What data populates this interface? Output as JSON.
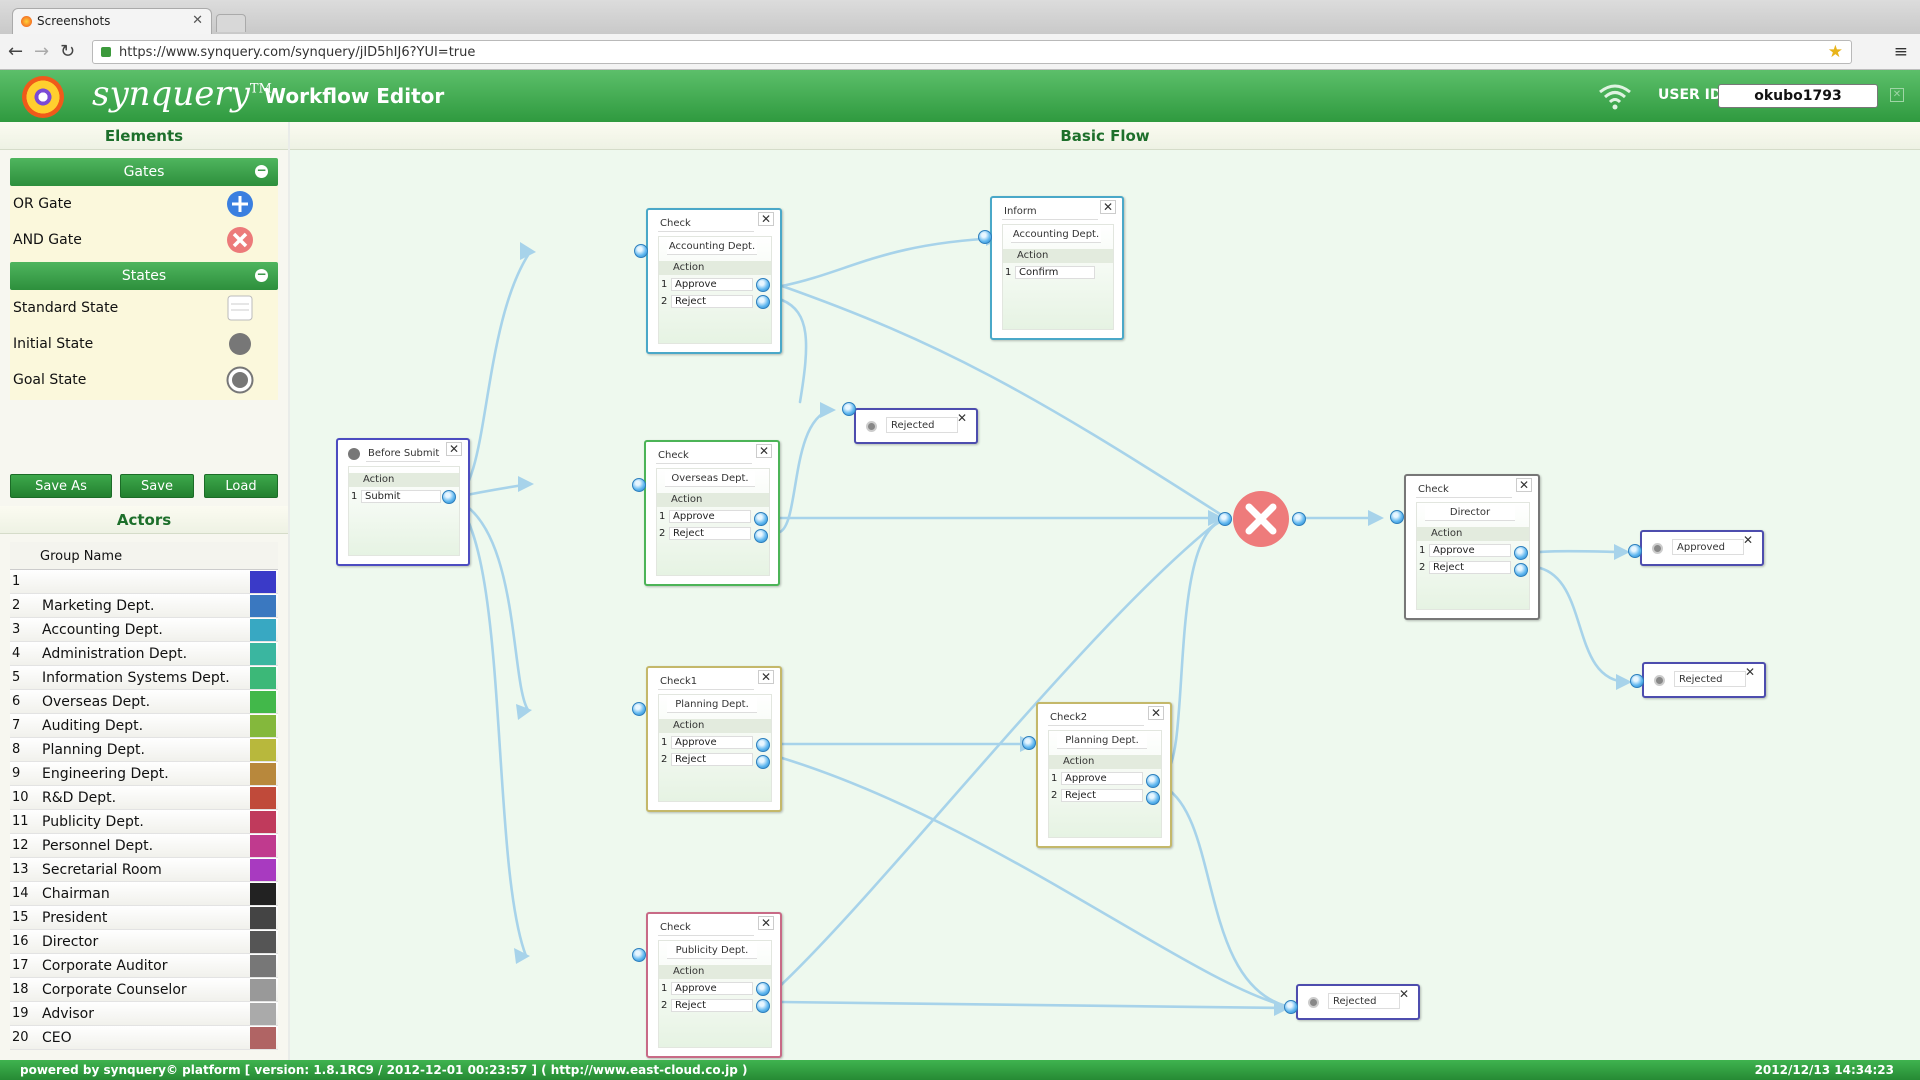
{
  "browser": {
    "tab_title": "Screenshots",
    "url": "https://www.synquery.com/synquery/jID5hIJ6?YUI=true"
  },
  "header": {
    "brand": "synquery",
    "trademark": "TM",
    "app_title": "Workflow Editor",
    "user_id_label": "USER ID",
    "user_id_value": "okubo1793"
  },
  "elements_panel": {
    "title": "Elements",
    "gates": {
      "title": "Gates",
      "items": [
        {
          "label": "OR Gate",
          "icon": "or-gate-icon"
        },
        {
          "label": "AND Gate",
          "icon": "and-gate-icon"
        }
      ]
    },
    "states": {
      "title": "States",
      "items": [
        {
          "label": "Standard State",
          "icon": "standard-state-icon"
        },
        {
          "label": "Initial State",
          "icon": "initial-state-icon"
        },
        {
          "label": "Goal State",
          "icon": "goal-state-icon"
        }
      ]
    },
    "buttons": {
      "save_as": "Save As",
      "save": "Save",
      "load": "Load"
    }
  },
  "actors_panel": {
    "title": "Actors",
    "column_header": "Group Name",
    "rows": [
      {
        "num": "1",
        "name": "",
        "color": "#3a3ac8"
      },
      {
        "num": "2",
        "name": "Marketing Dept.",
        "color": "#3a78c0"
      },
      {
        "num": "3",
        "name": "Accounting Dept.",
        "color": "#38a8c2"
      },
      {
        "num": "4",
        "name": "Administration Dept.",
        "color": "#3ab6a0"
      },
      {
        "num": "5",
        "name": "Information Systems Dept.",
        "color": "#3cb878"
      },
      {
        "num": "6",
        "name": "Overseas Dept.",
        "color": "#42b84a"
      },
      {
        "num": "7",
        "name": "Auditing Dept.",
        "color": "#84b83c"
      },
      {
        "num": "8",
        "name": "Planning Dept.",
        "color": "#b8b83c"
      },
      {
        "num": "9",
        "name": "Engineering Dept.",
        "color": "#b8883c"
      },
      {
        "num": "10",
        "name": "R&D Dept.",
        "color": "#c04a3a"
      },
      {
        "num": "11",
        "name": "Publicity Dept.",
        "color": "#c03a5c"
      },
      {
        "num": "12",
        "name": "Personnel Dept.",
        "color": "#c03a8e"
      },
      {
        "num": "13",
        "name": "Secretarial Room",
        "color": "#a83ac0"
      },
      {
        "num": "14",
        "name": "Chairman",
        "color": "#222222"
      },
      {
        "num": "15",
        "name": "President",
        "color": "#444444"
      },
      {
        "num": "16",
        "name": "Director",
        "color": "#555555"
      },
      {
        "num": "17",
        "name": "Corporate Auditor",
        "color": "#777777"
      },
      {
        "num": "18",
        "name": "Corporate Counselor",
        "color": "#999999"
      },
      {
        "num": "19",
        "name": "Advisor",
        "color": "#aaaaaa"
      },
      {
        "num": "20",
        "name": "CEO",
        "color": "#b06464"
      }
    ]
  },
  "canvas": {
    "title": "Basic Flow",
    "action_header": "Action",
    "nodes": {
      "before_submit": {
        "title": "Before Submit",
        "actions": [
          {
            "n": "1",
            "label": "Submit"
          }
        ]
      },
      "check_accounting": {
        "title": "Check",
        "actor": "Accounting Dept.",
        "actions": [
          {
            "n": "1",
            "label": "Approve"
          },
          {
            "n": "2",
            "label": "Reject"
          }
        ]
      },
      "inform_accounting": {
        "title": "Inform",
        "actor": "Accounting Dept.",
        "actions": [
          {
            "n": "1",
            "label": "Confirm"
          }
        ]
      },
      "check_overseas": {
        "title": "Check",
        "actor": "Overseas Dept.",
        "actions": [
          {
            "n": "1",
            "label": "Approve"
          },
          {
            "n": "2",
            "label": "Reject"
          }
        ]
      },
      "check1_planning": {
        "title": "Check1",
        "actor": "Planning Dept.",
        "actions": [
          {
            "n": "1",
            "label": "Approve"
          },
          {
            "n": "2",
            "label": "Reject"
          }
        ]
      },
      "check2_planning": {
        "title": "Check2",
        "actor": "Planning Dept.",
        "actions": [
          {
            "n": "1",
            "label": "Approve"
          },
          {
            "n": "2",
            "label": "Reject"
          }
        ]
      },
      "check_publicity": {
        "title": "Check",
        "actor": "Publicity Dept.",
        "actions": [
          {
            "n": "1",
            "label": "Approve"
          },
          {
            "n": "2",
            "label": "Reject"
          }
        ]
      },
      "check_director": {
        "title": "Check",
        "actor": "Director",
        "actions": [
          {
            "n": "1",
            "label": "Approve"
          },
          {
            "n": "2",
            "label": "Reject"
          }
        ]
      },
      "rejected_top": {
        "title": "Rejected"
      },
      "approved": {
        "title": "Approved"
      },
      "rejected_right": {
        "title": "Rejected"
      },
      "rejected_bottom": {
        "title": "Rejected"
      }
    }
  },
  "footer": {
    "left": "powered by synquery© platform [ version: 1.8.1RC9 / 2012-12-01 00:23:57 ] ( http://www.east-cloud.co.jp )",
    "right": "2012/12/13 14:34:23"
  }
}
